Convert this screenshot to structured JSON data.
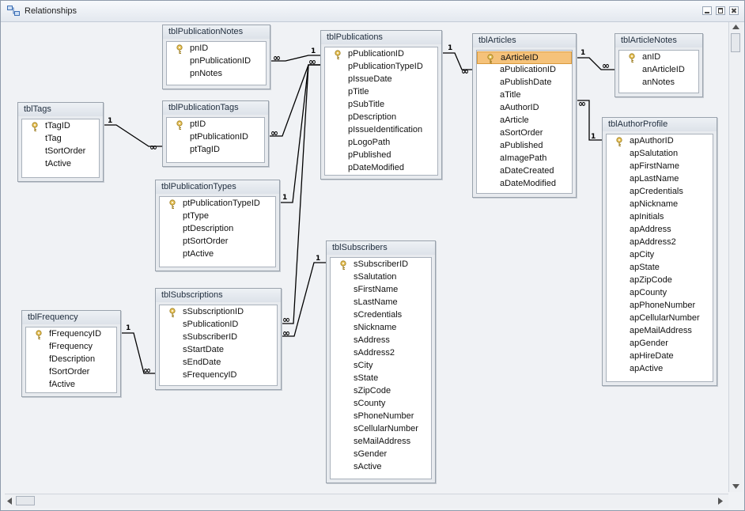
{
  "window": {
    "title": "Relationships"
  },
  "tables": [
    {
      "id": "tblPublicationNotes",
      "name": "tblPublicationNotes",
      "fields": [
        {
          "name": "pnID",
          "key": true
        },
        {
          "name": "pnPublicationID"
        },
        {
          "name": "pnNotes"
        }
      ]
    },
    {
      "id": "tblPublications",
      "name": "tblPublications",
      "fields": [
        {
          "name": "pPublicationID",
          "key": true
        },
        {
          "name": "pPublicationTypeID"
        },
        {
          "name": "pIssueDate"
        },
        {
          "name": "pTitle"
        },
        {
          "name": "pSubTitle"
        },
        {
          "name": "pDescription"
        },
        {
          "name": "pIssueIdentification"
        },
        {
          "name": "pLogoPath"
        },
        {
          "name": "pPublished"
        },
        {
          "name": "pDateModified"
        }
      ]
    },
    {
      "id": "tblArticles",
      "name": "tblArticles",
      "fields": [
        {
          "name": "aArticleID",
          "key": true,
          "selected": true
        },
        {
          "name": "aPublicationID"
        },
        {
          "name": "aPublishDate"
        },
        {
          "name": "aTitle"
        },
        {
          "name": "aAuthorID"
        },
        {
          "name": "aArticle"
        },
        {
          "name": "aSortOrder"
        },
        {
          "name": "aPublished"
        },
        {
          "name": "aImagePath"
        },
        {
          "name": "aDateCreated"
        },
        {
          "name": "aDateModified"
        }
      ]
    },
    {
      "id": "tblArticleNotes",
      "name": "tblArticleNotes",
      "fields": [
        {
          "name": "anID",
          "key": true
        },
        {
          "name": "anArticleID"
        },
        {
          "name": "anNotes"
        }
      ]
    },
    {
      "id": "tblTags",
      "name": "tblTags",
      "fields": [
        {
          "name": "tTagID",
          "key": true
        },
        {
          "name": "tTag"
        },
        {
          "name": "tSortOrder"
        },
        {
          "name": "tActive"
        }
      ]
    },
    {
      "id": "tblPublicationTags",
      "name": "tblPublicationTags",
      "fields": [
        {
          "name": "ptID",
          "key": true
        },
        {
          "name": "ptPublicationID"
        },
        {
          "name": "ptTagID"
        }
      ]
    },
    {
      "id": "tblAuthorProfile",
      "name": "tblAuthorProfile",
      "fields": [
        {
          "name": "apAuthorID",
          "key": true
        },
        {
          "name": "apSalutation"
        },
        {
          "name": "apFirstName"
        },
        {
          "name": "apLastName"
        },
        {
          "name": "apCredentials"
        },
        {
          "name": "apNickname"
        },
        {
          "name": "apInitials"
        },
        {
          "name": "apAddress"
        },
        {
          "name": "apAddress2"
        },
        {
          "name": "apCity"
        },
        {
          "name": "apState"
        },
        {
          "name": "apZipCode"
        },
        {
          "name": "apCounty"
        },
        {
          "name": "apPhoneNumber"
        },
        {
          "name": "apCellularNumber"
        },
        {
          "name": "apeMailAddress"
        },
        {
          "name": "apGender"
        },
        {
          "name": "apHireDate"
        },
        {
          "name": "apActive"
        }
      ]
    },
    {
      "id": "tblPublicationTypes",
      "name": "tblPublicationTypes",
      "fields": [
        {
          "name": "ptPublicationTypeID",
          "key": true
        },
        {
          "name": "ptType"
        },
        {
          "name": "ptDescription"
        },
        {
          "name": "ptSortOrder"
        },
        {
          "name": "ptActive"
        }
      ]
    },
    {
      "id": "tblSubscribers",
      "name": "tblSubscribers",
      "fields": [
        {
          "name": "sSubscriberID",
          "key": true
        },
        {
          "name": "sSalutation"
        },
        {
          "name": "sFirstName"
        },
        {
          "name": "sLastName"
        },
        {
          "name": "sCredentials"
        },
        {
          "name": "sNickname"
        },
        {
          "name": "sAddress"
        },
        {
          "name": "sAddress2"
        },
        {
          "name": "sCity"
        },
        {
          "name": "sState"
        },
        {
          "name": "sZipCode"
        },
        {
          "name": "sCounty"
        },
        {
          "name": "sPhoneNumber"
        },
        {
          "name": "sCellularNumber"
        },
        {
          "name": "seMailAddress"
        },
        {
          "name": "sGender"
        },
        {
          "name": "sActive"
        }
      ]
    },
    {
      "id": "tblSubscriptions",
      "name": "tblSubscriptions",
      "fields": [
        {
          "name": "sSubscriptionID",
          "key": true
        },
        {
          "name": "sPublicationID"
        },
        {
          "name": "sSubscriberID"
        },
        {
          "name": "sStartDate"
        },
        {
          "name": "sEndDate"
        },
        {
          "name": "sFrequencyID"
        }
      ]
    },
    {
      "id": "tblFrequency",
      "name": "tblFrequency",
      "fields": [
        {
          "name": "fFrequencyID",
          "key": true
        },
        {
          "name": "fFrequency"
        },
        {
          "name": "fDescription"
        },
        {
          "name": "fSortOrder"
        },
        {
          "name": "fActive"
        }
      ]
    }
  ],
  "relationships": [
    {
      "one": "tblPublications.pPublicationID",
      "many": "tblPublicationNotes.pnPublicationID",
      "one_label": "1",
      "many_label": "∞"
    },
    {
      "one": "tblPublications.pPublicationID",
      "many": "tblPublicationTags.ptPublicationID",
      "one_label": "1",
      "many_label": "∞"
    },
    {
      "one": "tblTags.tTagID",
      "many": "tblPublicationTags.ptTagID",
      "one_label": "1",
      "many_label": "∞"
    },
    {
      "one": "tblPublicationTypes.ptPublicationTypeID",
      "many": "tblPublications.pPublicationTypeID",
      "one_label": "1",
      "many_label": "∞"
    },
    {
      "one": "tblPublications.pPublicationID",
      "many": "tblArticles.aPublicationID",
      "one_label": "1",
      "many_label": "∞"
    },
    {
      "one": "tblArticles.aArticleID",
      "many": "tblArticleNotes.anArticleID",
      "one_label": "1",
      "many_label": "∞"
    },
    {
      "one": "tblAuthorProfile.apAuthorID",
      "many": "tblArticles.aAuthorID",
      "one_label": "1",
      "many_label": "∞"
    },
    {
      "one": "tblPublications.pPublicationID",
      "many": "tblSubscriptions.sPublicationID",
      "one_label": "1",
      "many_label": "∞"
    },
    {
      "one": "tblSubscribers.sSubscriberID",
      "many": "tblSubscriptions.sSubscriberID",
      "one_label": "1",
      "many_label": "∞"
    },
    {
      "one": "tblFrequency.fFrequencyID",
      "many": "tblSubscriptions.sFrequencyID",
      "one_label": "1",
      "many_label": "∞"
    }
  ],
  "colors": {
    "selected_field": "#f5c27a",
    "key_icon": "#d4a72c"
  }
}
